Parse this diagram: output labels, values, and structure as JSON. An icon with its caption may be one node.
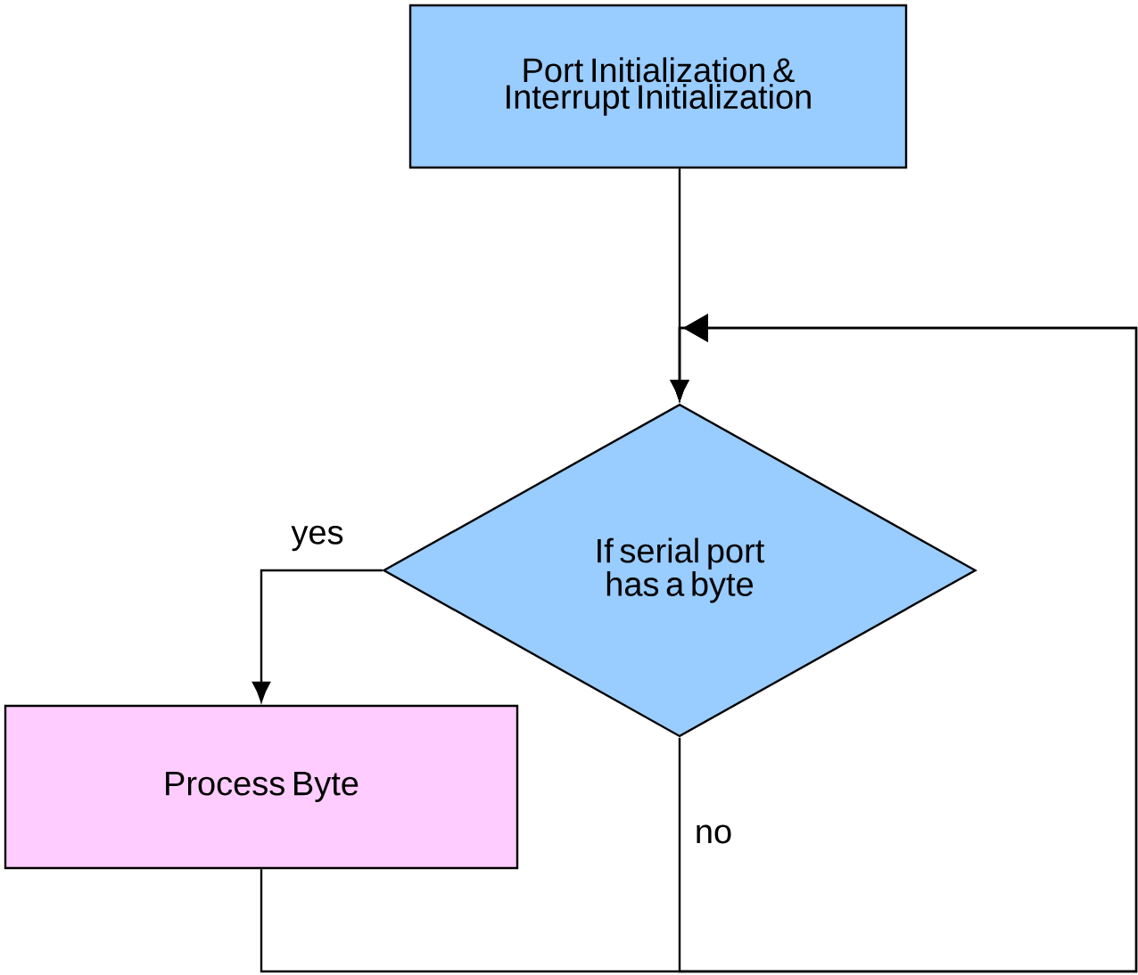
{
  "diagram": {
    "nodes": [
      {
        "text": [
          "Port Initialization & Interrupt Initialization"
        ]
      },
      {
        "text": [
          "If serial port has a byte"
        ]
      },
      {
        "text": [
          "Process Byte"
        ]
      }
    ],
    "edges": [
      {
        "from": 0,
        "to": 1,
        "arrow": "to"
      },
      {
        "from": 1,
        "to": 2,
        "arrow": "to",
        "label": "yes"
      },
      {
        "from": 1,
        "to": 1,
        "arrow": "to",
        "label": "no"
      },
      {
        "from": 2,
        "to": 1,
        "arrow": "to"
      }
    ]
  }
}
